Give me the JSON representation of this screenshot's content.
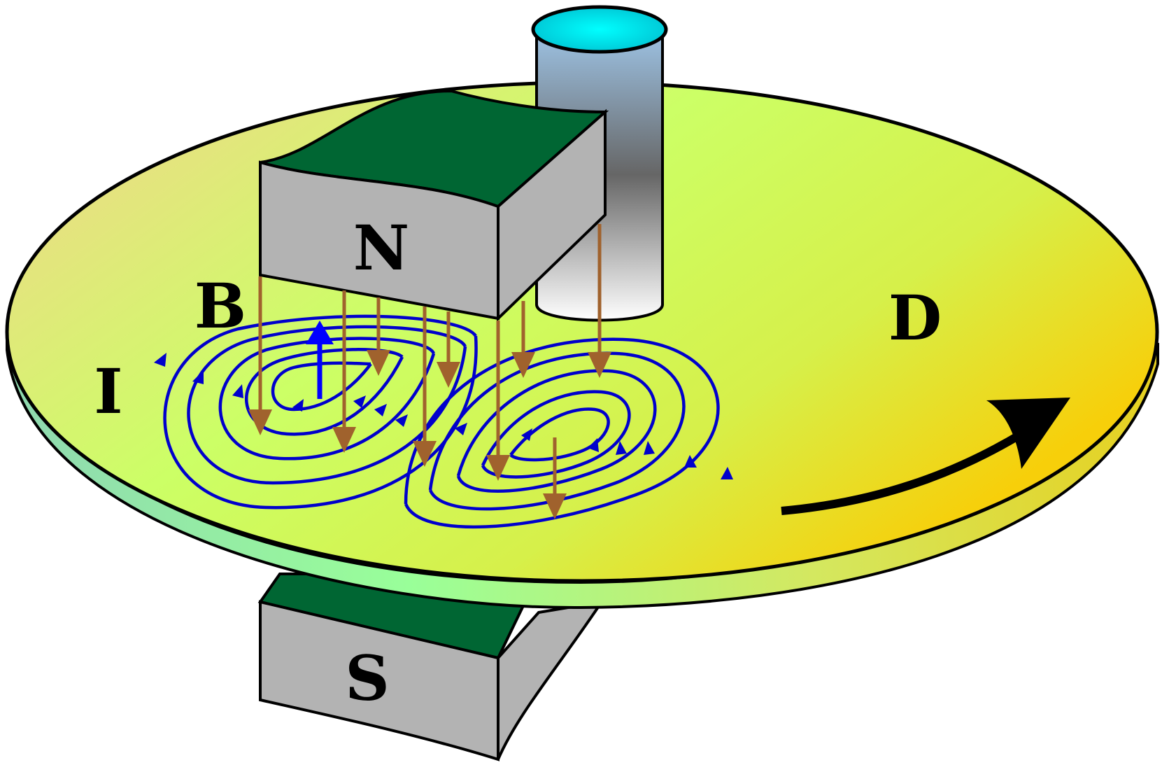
{
  "labels": {
    "north_pole": "N",
    "south_pole": "S",
    "field": "B",
    "current": "I",
    "disc": "D"
  },
  "colors": {
    "disc_top_left": "#f2d48c",
    "disc_mid": "#ccff66",
    "disc_right": "#f7cf0a",
    "disc_edge_left": "#8fe0b0",
    "magnet_top": "#006633",
    "magnet_face": "#b3b3b3",
    "shaft_cap": "#00ffff",
    "field_arrow": "#a0622d",
    "eddy_current": "#0000cc",
    "induced_field": "#0000ff",
    "rotation_arrow": "#000000"
  }
}
